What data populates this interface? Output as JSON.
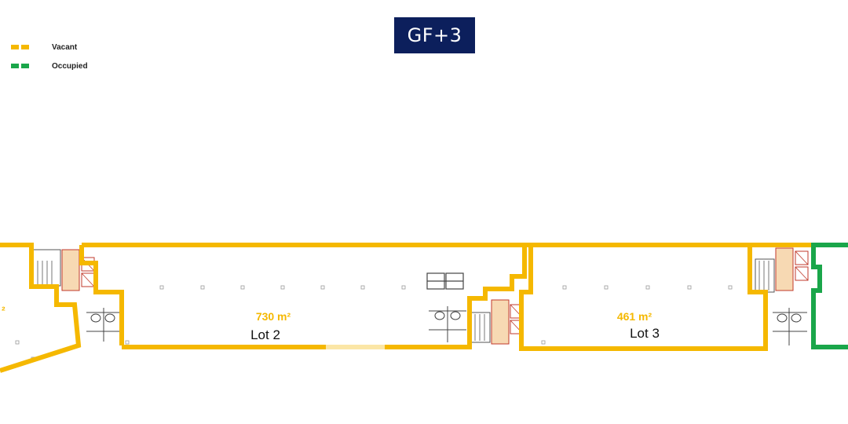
{
  "title": "GF+3",
  "legend": [
    {
      "label": "Vacant",
      "color": "#f5b800"
    },
    {
      "label": "Occupied",
      "color": "#1aa64a"
    }
  ],
  "colors": {
    "vacant": "#f5b800",
    "occupied": "#1aa64a",
    "title_bg": "#0c1f5c"
  },
  "lots": [
    {
      "name": "Lot 2",
      "area": "730 m²",
      "status": "vacant"
    },
    {
      "name": "Lot 3",
      "area": "461 m²",
      "status": "vacant"
    }
  ]
}
